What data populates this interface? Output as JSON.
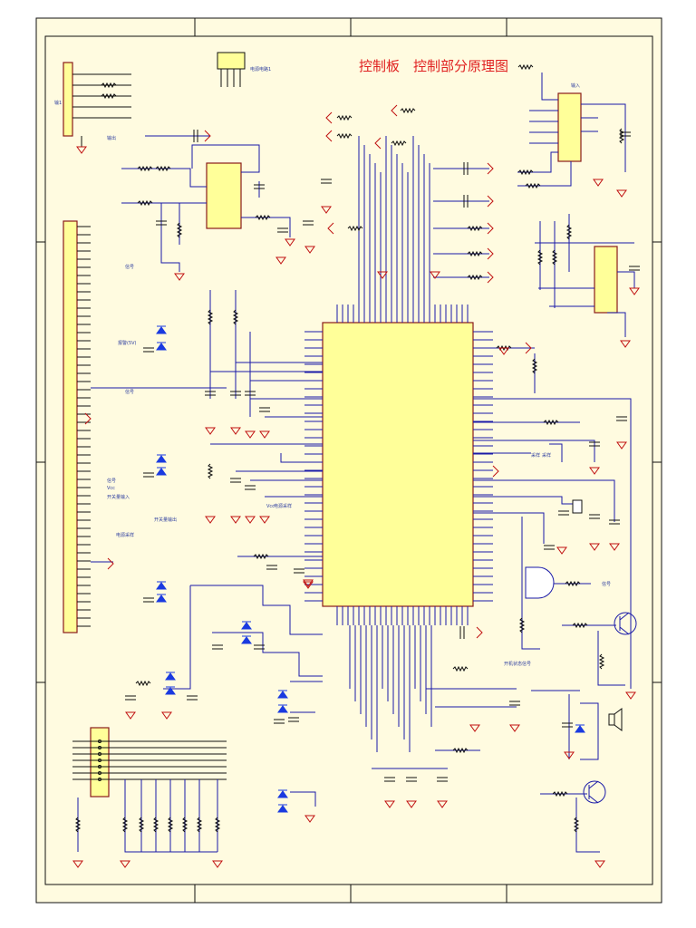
{
  "title": {
    "board": "控制板",
    "section": "控制部分原理图"
  },
  "labels": {
    "l1": "输1",
    "l2": "输出",
    "l3": "电源电路1",
    "l4": "输入",
    "l5": "信号",
    "l6": "报警(5V)",
    "l7": "信号",
    "l8": "信号",
    "l9": "信号",
    "l10": "开关量输入",
    "l11": "开关量输出",
    "l12": "电源采样",
    "l13": "电源采样",
    "l14": "采样",
    "l15": "采样",
    "l16": "开机状态信号",
    "l17": "Vcc",
    "l18": "Vcc"
  },
  "colors": {
    "wire": "#1a1aa8",
    "power": "#c01010",
    "chip": "#ffff99",
    "frame": "#101010",
    "paper": "#fffbe0",
    "diode": "#1a3ae0"
  }
}
